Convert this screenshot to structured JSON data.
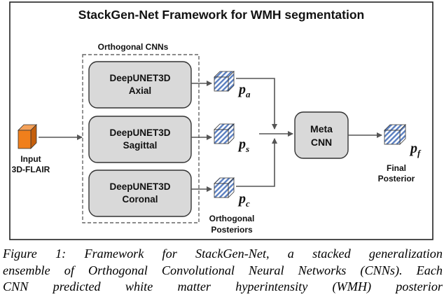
{
  "figure": {
    "title": "StackGen-Net Framework for WMH segmentation",
    "input_label_line1": "Input",
    "input_label_line2": "3D-FLAIR",
    "group_label": "Orthogonal CNNs",
    "cnn_boxes": [
      {
        "line1": "DeepUNET3D",
        "line2": "Axial"
      },
      {
        "line1": "DeepUNET3D",
        "line2": "Sagittal"
      },
      {
        "line1": "DeepUNET3D",
        "line2": "Coronal"
      }
    ],
    "posterior_symbols": [
      {
        "base": "p",
        "sub": "a"
      },
      {
        "base": "p",
        "sub": "s"
      },
      {
        "base": "p",
        "sub": "c"
      }
    ],
    "orth_posteriors_line1": "Orthogonal",
    "orth_posteriors_line2": "Posteriors",
    "meta_line1": "Meta",
    "meta_line2": "CNN",
    "final_symbol": {
      "base": "p",
      "sub": "f"
    },
    "final_line1": "Final",
    "final_line2": "Posterior",
    "colors": {
      "input_cube": "#f07f1c",
      "box_fill": "#d9d9d9",
      "stripe_blue": "#5b7fc0",
      "arrow": "#555555"
    },
    "icons": [
      "input-volume-cube-icon",
      "striped-posterior-cube-icon"
    ]
  },
  "caption_lines": [
    "Figure 1: Framework for StackGen-Net, a stacked generalization",
    "ensemble of Orthogonal Convolutional Neural Networks (CNNs). Each",
    "CNN predicted white matter hyperintensity (WMH) posterior"
  ]
}
